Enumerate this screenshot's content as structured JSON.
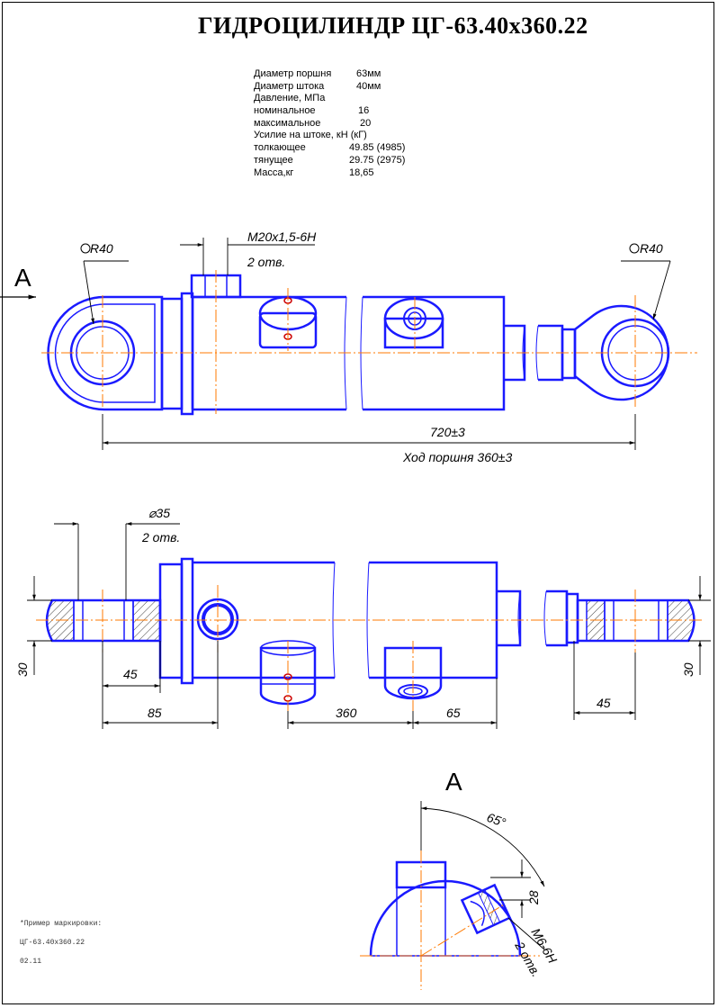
{
  "title": "ГИДРОЦИЛИНДР  ЦГ-63.40x360.22",
  "specs": [
    {
      "label": "Диаметр поршня",
      "value": "63мм"
    },
    {
      "label": "Диаметр штока",
      "value": "40мм"
    },
    {
      "label": "Давление, МПа",
      "value": ""
    },
    {
      "label": "номинальное",
      "value": "16"
    },
    {
      "label": "максимальное",
      "value": "20"
    },
    {
      "label": "Усилие на штоке, кН (кГ)",
      "value": ""
    },
    {
      "label": "толкающее",
      "value": "49.85 (4985)"
    },
    {
      "label": "тянущее",
      "value": "29.75 (2975)"
    },
    {
      "label": " Масса,кг",
      "value": "18,65"
    }
  ],
  "dims": {
    "r40_left": "R40",
    "r40_right": "R40",
    "thread_main": "M20x1,5-6H",
    "thread_count": "2 отв.",
    "length_total": "720±3",
    "stroke": "Ход поршня 360±3",
    "hole_dia": "⌀35",
    "hole_count": "2 отв.",
    "w30_left": "30",
    "w30_right": "30",
    "d45_left": "45",
    "d85": "85",
    "d360": "360",
    "d65": "65",
    "d45_right": "45",
    "angle": "65°",
    "d28": "28",
    "thread_small": "M6-6H",
    "thread_small_count": "2 отв."
  },
  "view_label_top": "A",
  "view_label_section": "A",
  "notes": [
    "*Пример маркировки:",
    "ЦГ-63.40x360.22",
    "02.11"
  ],
  "colors": {
    "outline": "#1a1aff",
    "center": "#ff7a00",
    "hatch": "#444444",
    "dim": "#000000"
  }
}
